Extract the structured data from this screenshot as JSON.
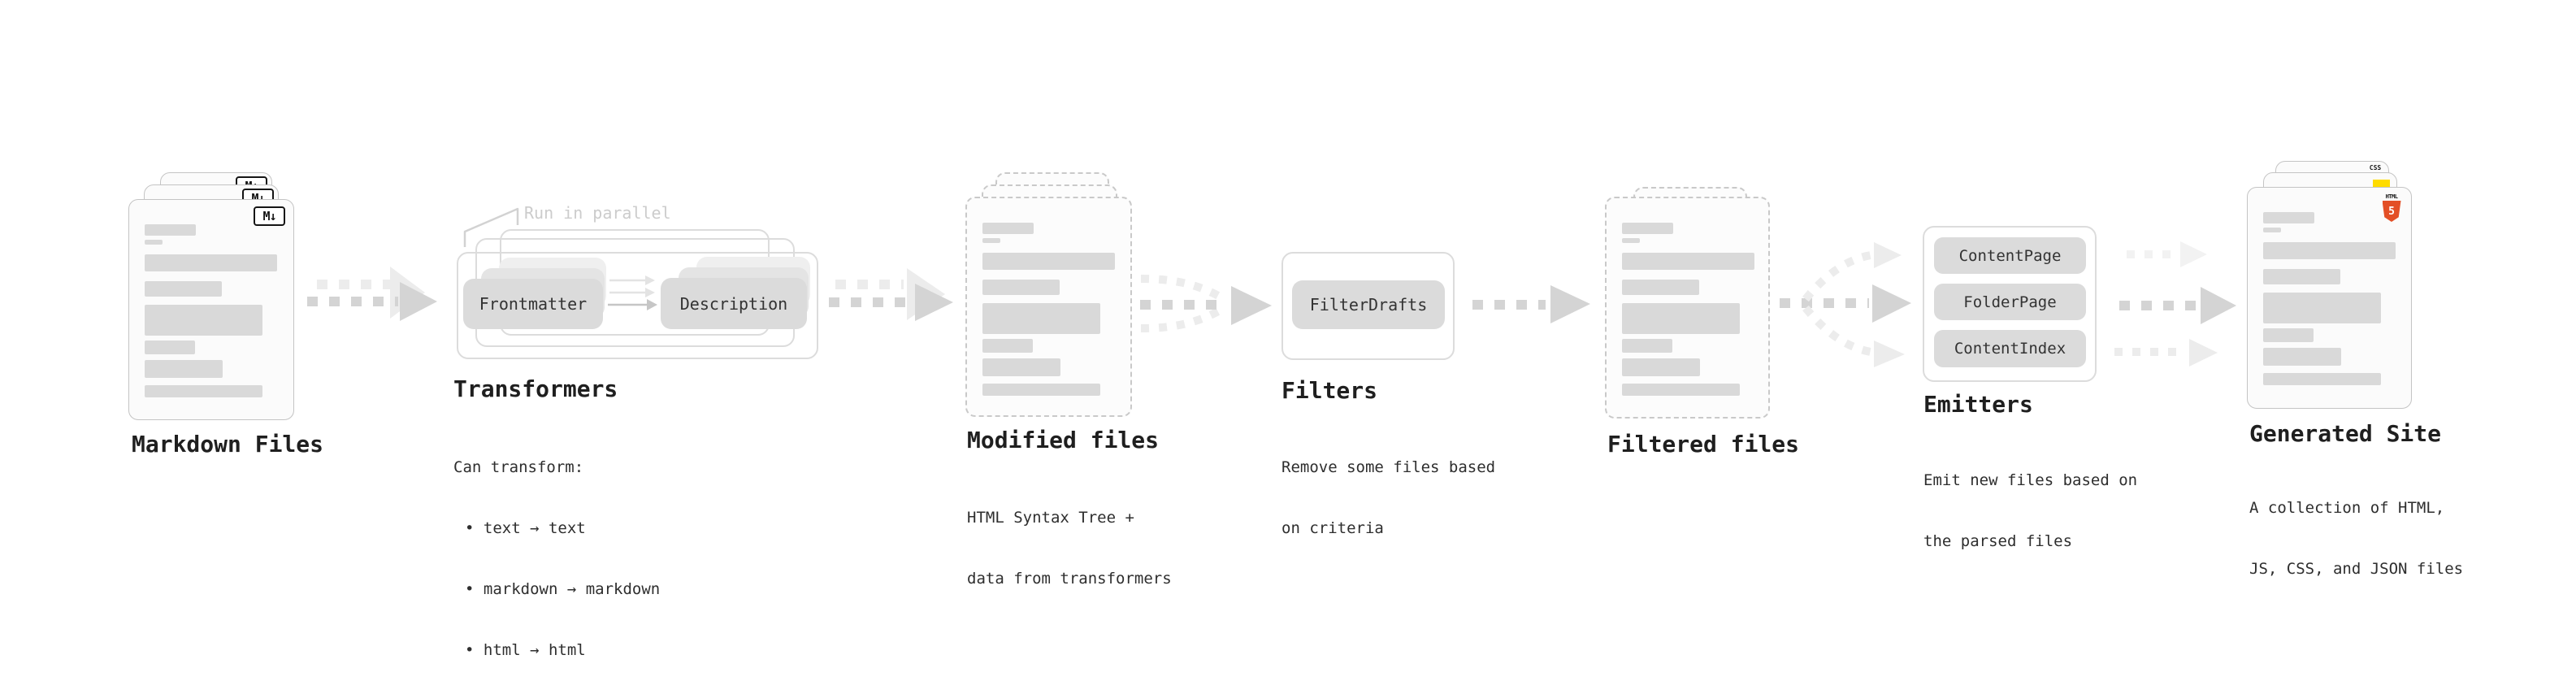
{
  "colors": {
    "bg": "#ffffff",
    "card_border": "#c4c4c4",
    "card_fill": "#fbfbfb",
    "skeleton": "#d9d9d9",
    "pill_fill": "#dbdbdb",
    "pill_text": "#333333",
    "box_border": "#dcdcdc",
    "arrow": "#d4d4d4",
    "arrow_light": "#ececec",
    "arrow_xlight": "#f2f2f2",
    "annotation": "#cccccc",
    "heading": "#1f1f1f",
    "body": "#2e2e2e",
    "icon_ink": "#151515",
    "html5_orange": "#e34f26",
    "js_yellow": "#ffdc00",
    "css_blue": "#2857e0"
  },
  "stages": {
    "markdown_files": {
      "title": "Markdown Files",
      "icon_label": "M↓"
    },
    "transformers": {
      "title": "Transformers",
      "annotation": "Run in parallel",
      "pills": [
        "Frontmatter",
        "Description"
      ],
      "description_lines": [
        "Can transform:",
        "• text → text",
        "• markdown → markdown",
        "• html → html"
      ]
    },
    "modified_files": {
      "title": "Modified files",
      "description_lines": [
        "HTML Syntax Tree +",
        "data from transformers"
      ]
    },
    "filters": {
      "title": "Filters",
      "pills": [
        "FilterDrafts"
      ],
      "description_lines": [
        "Remove some files based",
        "on criteria"
      ]
    },
    "filtered_files": {
      "title": "Filtered files"
    },
    "emitters": {
      "title": "Emitters",
      "pills": [
        "ContentPage",
        "FolderPage",
        "ContentIndex"
      ],
      "description_lines": [
        "Emit new files based on",
        "the parsed files"
      ]
    },
    "generated_site": {
      "title": "Generated Site",
      "description_lines": [
        "A collection of HTML,",
        "JS, CSS, and JSON files"
      ],
      "icons": {
        "html_label": "HTML",
        "html_number": "5",
        "css_label": "CSS"
      }
    }
  }
}
